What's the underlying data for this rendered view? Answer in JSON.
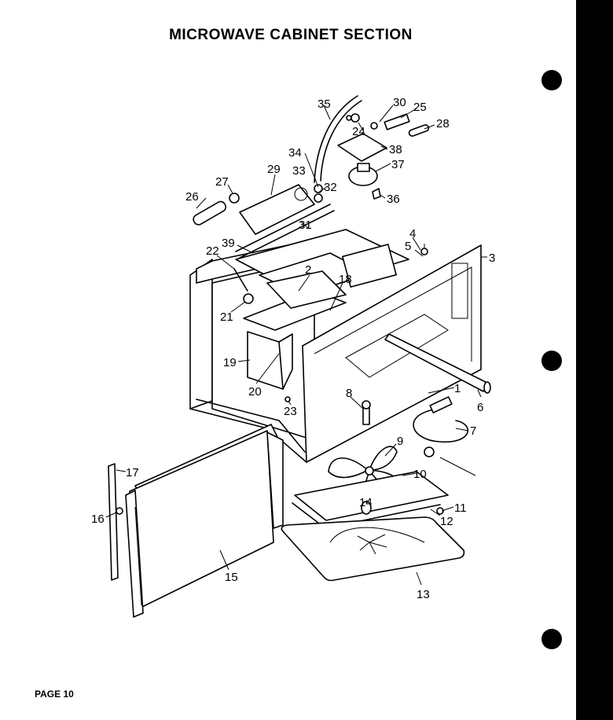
{
  "title": "MICROWAVE CABINET SECTION",
  "page_label": "PAGE 10",
  "callouts": [
    "1",
    "2",
    "3",
    "4",
    "5",
    "6",
    "7",
    "8",
    "9",
    "10",
    "11",
    "12",
    "13",
    "14",
    "15",
    "16",
    "17",
    "18",
    "19",
    "20",
    "21",
    "22",
    "23",
    "24",
    "25",
    "26",
    "27",
    "28",
    "29",
    "30",
    "31",
    "32",
    "33",
    "34",
    "35",
    "36",
    "37",
    "38",
    "39"
  ]
}
